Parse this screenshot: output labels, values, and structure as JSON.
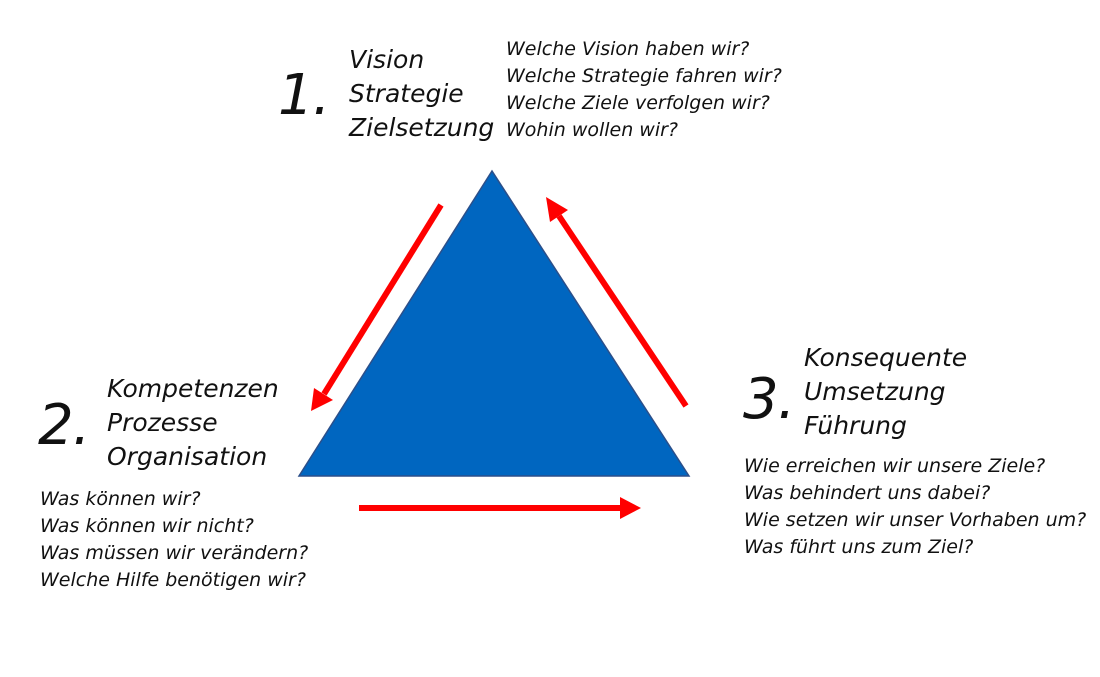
{
  "colors": {
    "triangle_fill": "#0066c0",
    "triangle_stroke": "#2b4f8a",
    "arrow": "#ff0000",
    "text": "#111111"
  },
  "sections": [
    {
      "number": "1.",
      "heading": [
        "Vision",
        "Strategie",
        "Zielsetzung"
      ],
      "questions": [
        "Welche Vision haben wir?",
        "Welche Strategie fahren wir?",
        "Welche Ziele verfolgen wir?",
        "Wohin wollen wir?"
      ]
    },
    {
      "number": "2.",
      "heading": [
        "Kompetenzen",
        "Prozesse",
        "Organisation"
      ],
      "questions": [
        "Was können wir?",
        "Was können wir nicht?",
        "Was müssen wir verändern?",
        "Welche Hilfe benötigen wir?"
      ]
    },
    {
      "number": "3.",
      "heading": [
        "Konsequente",
        "Umsetzung",
        "Führung"
      ],
      "questions": [
        "Wie erreichen wir unsere Ziele?",
        "Was behindert uns dabei?",
        "Wie setzen wir unser Vorhaben um?",
        "Was führt uns zum Ziel?"
      ]
    }
  ]
}
